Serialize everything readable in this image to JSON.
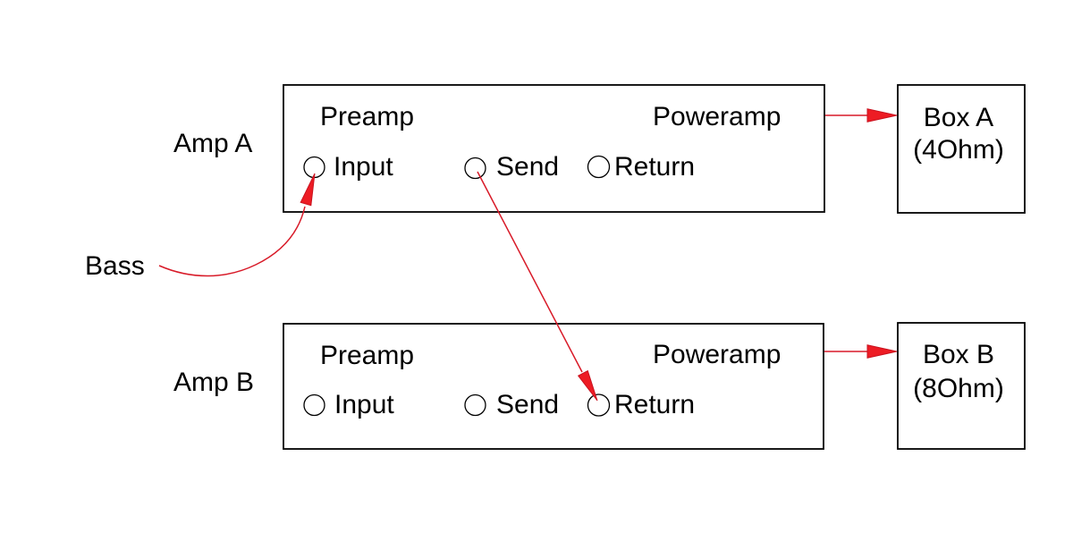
{
  "labels": {
    "bass": "Bass"
  },
  "amps": [
    {
      "name": "Amp A",
      "sections": {
        "preamp": "Preamp",
        "poweramp": "Poweramp"
      },
      "jacks": [
        "Input",
        "Send",
        "Return"
      ]
    },
    {
      "name": "Amp B",
      "sections": {
        "preamp": "Preamp",
        "poweramp": "Poweramp"
      },
      "jacks": [
        "Input",
        "Send",
        "Return"
      ]
    }
  ],
  "boxes": [
    {
      "name": "Box A",
      "impedance": "(4Ohm)"
    },
    {
      "name": "Box B",
      "impedance": "(8Ohm)"
    }
  ],
  "connections": [
    {
      "from": "Bass",
      "to": "Amp A Input"
    },
    {
      "from": "Amp A Send",
      "to": "Amp B Return"
    },
    {
      "from": "Amp A Poweramp",
      "to": "Box A"
    },
    {
      "from": "Amp B Poweramp",
      "to": "Box B"
    }
  ],
  "colors": {
    "outline": "#000000",
    "arrow_red": "#ed1c24",
    "background": "#ffffff"
  }
}
